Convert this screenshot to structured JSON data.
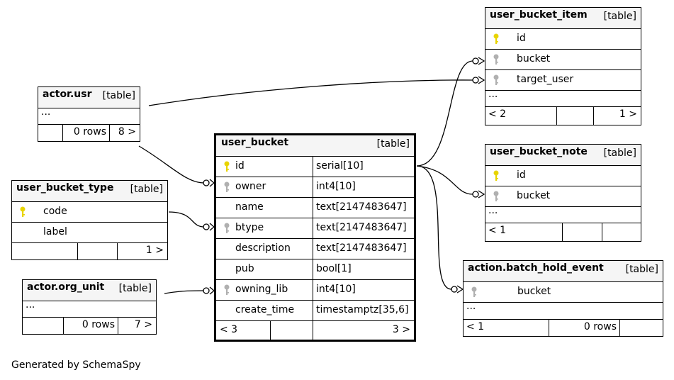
{
  "tag": "[table]",
  "ellipsis": "...",
  "colors": {
    "primary_key": "#e8d400",
    "foreign_key": "#b0b0b0",
    "header_bg": "#f5f5f5"
  },
  "tables": {
    "user_bucket_item": {
      "name": "user_bucket_item",
      "columns": [
        {
          "name": "id",
          "key": "primary-key-icon"
        },
        {
          "name": "bucket",
          "key": "foreign-key-icon"
        },
        {
          "name": "target_user",
          "key": "foreign-key-icon"
        }
      ],
      "footer": {
        "parents": "< 2",
        "rows": "",
        "children": "1 >"
      }
    },
    "actor_usr": {
      "name": "actor.usr",
      "footer": {
        "parents": "",
        "rows": "0 rows",
        "children": "8 >"
      }
    },
    "user_bucket_note": {
      "name": "user_bucket_note",
      "columns": [
        {
          "name": "id",
          "key": "primary-key-icon"
        },
        {
          "name": "bucket",
          "key": "foreign-key-icon"
        }
      ],
      "footer": {
        "parents": "< 1",
        "rows": "",
        "children": ""
      }
    },
    "user_bucket": {
      "name": "user_bucket",
      "columns": [
        {
          "name": "id",
          "type": "serial[10]",
          "key": "primary-key-icon"
        },
        {
          "name": "owner",
          "type": "int4[10]",
          "key": "foreign-key-icon"
        },
        {
          "name": "name",
          "type": "text[2147483647]",
          "key": ""
        },
        {
          "name": "btype",
          "type": "text[2147483647]",
          "key": "foreign-key-icon"
        },
        {
          "name": "description",
          "type": "text[2147483647]",
          "key": ""
        },
        {
          "name": "pub",
          "type": "bool[1]",
          "key": ""
        },
        {
          "name": "owning_lib",
          "type": "int4[10]",
          "key": "foreign-key-icon"
        },
        {
          "name": "create_time",
          "type": "timestamptz[35,6]",
          "key": ""
        }
      ],
      "footer": {
        "parents": "< 3",
        "rows": "",
        "children": "3 >"
      }
    },
    "user_bucket_type": {
      "name": "user_bucket_type",
      "columns": [
        {
          "name": "code",
          "key": "primary-key-icon"
        },
        {
          "name": "label",
          "key": ""
        }
      ],
      "footer": {
        "parents": "",
        "rows": "",
        "children": "1 >"
      }
    },
    "actor_org_unit": {
      "name": "actor.org_unit",
      "footer": {
        "parents": "",
        "rows": "0 rows",
        "children": "7 >"
      }
    },
    "action_batch_hold_event": {
      "name": "action.batch_hold_event",
      "columns": [
        {
          "name": "bucket",
          "key": "foreign-key-icon"
        }
      ],
      "footer": {
        "parents": "< 1",
        "rows": "0 rows",
        "children": ""
      }
    }
  },
  "footer_text": "Generated by SchemaSpy"
}
